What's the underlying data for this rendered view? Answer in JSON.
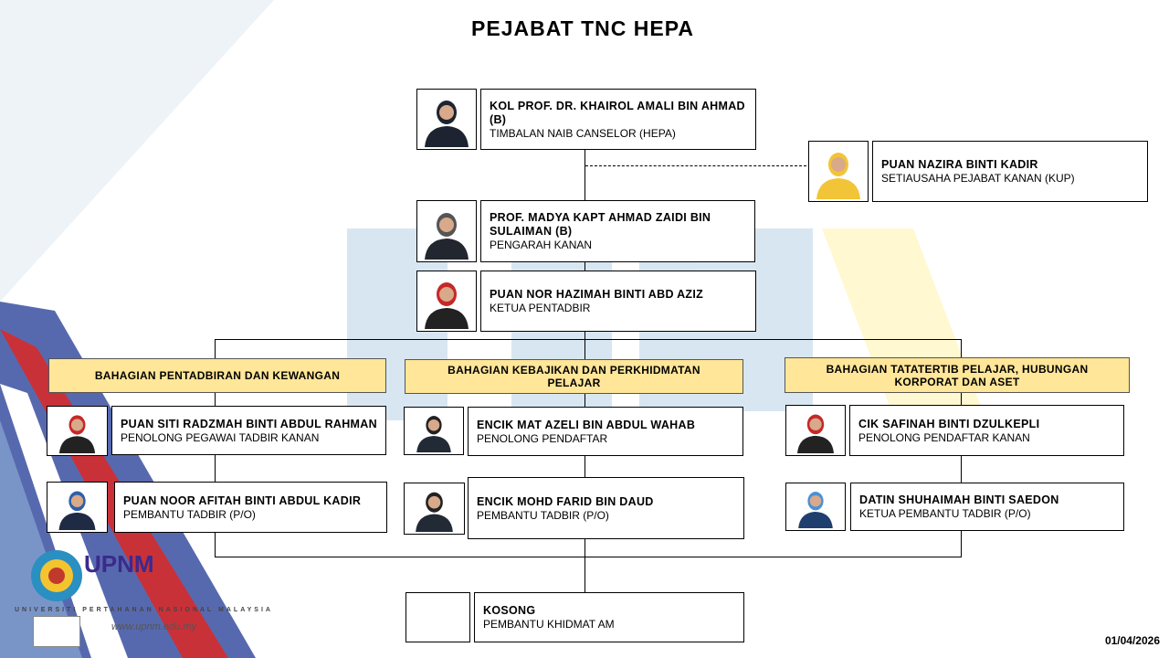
{
  "title": "PEJABAT TNC HEPA",
  "date": "01/04/2026",
  "logo": {
    "brand": "UPNM",
    "university": "UNIVERSITI PERTAHANAN NASIONAL MALAYSIA",
    "website": "www.upnm.edu.my"
  },
  "top": [
    {
      "name": "KOL PROF. DR. KHAIROL AMALI BIN AHMAD (B)",
      "position": "TIMBALAN NAIB CANSELOR (HEPA)"
    },
    {
      "name": "PUAN NAZIRA BINTI KADIR",
      "position": "SETIAUSAHA PEJABAT KANAN (KUP)"
    },
    {
      "name": "PROF. MADYA KAPT AHMAD ZAIDI BIN SULAIMAN (B)",
      "position": "PENGARAH KANAN"
    },
    {
      "name": "PUAN NOR HAZIMAH BINTI ABD AZIZ",
      "position": "KETUA PENTADBIR"
    }
  ],
  "divisions": [
    {
      "title": "BAHAGIAN PENTADBIRAN DAN KEWANGAN",
      "staff": [
        {
          "name": "PUAN SITI RADZMAH BINTI ABDUL RAHMAN",
          "position": "PENOLONG PEGAWAI TADBIR KANAN"
        },
        {
          "name": "PUAN NOOR AFITAH BINTI ABDUL KADIR",
          "position": "PEMBANTU TADBIR (P/O)"
        }
      ]
    },
    {
      "title": "BAHAGIAN KEBAJIKAN DAN PERKHIDMATAN PELAJAR",
      "staff": [
        {
          "name": "ENCIK MAT AZELI BIN ABDUL WAHAB",
          "position": "PENOLONG PENDAFTAR"
        },
        {
          "name": "ENCIK MOHD FARID BIN DAUD",
          "position": "PEMBANTU TADBIR (P/O)"
        }
      ]
    },
    {
      "title": "BAHAGIAN TATATERTIB PELAJAR, HUBUNGAN KORPORAT DAN ASET",
      "staff": [
        {
          "name": "CIK SAFINAH BINTI DZULKEPLI",
          "position": "PENOLONG PENDAFTAR KANAN"
        },
        {
          "name": "DATIN SHUHAIMAH BINTI SAEDON",
          "position": "KETUA PEMBANTU TADBIR (P/O)"
        }
      ]
    }
  ],
  "bottom": {
    "name": "KOSONG",
    "position": "PEMBANTU KHIDMAT AM"
  }
}
